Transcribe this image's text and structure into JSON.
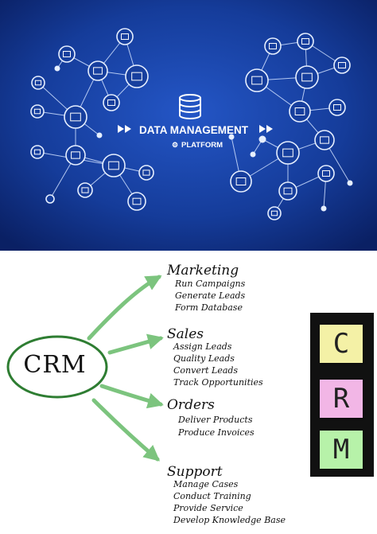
{
  "banner": {
    "title": "DATA MANAGEMENT",
    "subtitle": "PLATFORM",
    "colors": {
      "bg_dark": "#0d2a78",
      "bg_light": "#1f4fb8",
      "line": "#d6e4ff"
    }
  },
  "crm": {
    "label": "CRM",
    "oval_color": "#2e7d32",
    "arrow_color": "#7cc47e",
    "categories": [
      {
        "title": "Marketing",
        "items": [
          "Run Campaigns",
          "Generate Leads",
          "Form Database"
        ]
      },
      {
        "title": "Sales",
        "items": [
          "Assign Leads",
          "Quality Leads",
          "Convert Leads",
          "Track Opportunities"
        ]
      },
      {
        "title": "Orders",
        "items": [
          "Deliver Products",
          "Produce Invoices"
        ]
      },
      {
        "title": "Support",
        "items": [
          "Manage Cases",
          "Conduct Training",
          "Provide Service",
          "Develop Knowledge Base"
        ]
      }
    ]
  },
  "sticky_notes": [
    {
      "letter": "C",
      "color": "#f4f1a6"
    },
    {
      "letter": "R",
      "color": "#f2b6e6"
    },
    {
      "letter": "M",
      "color": "#b7f2a9"
    }
  ]
}
